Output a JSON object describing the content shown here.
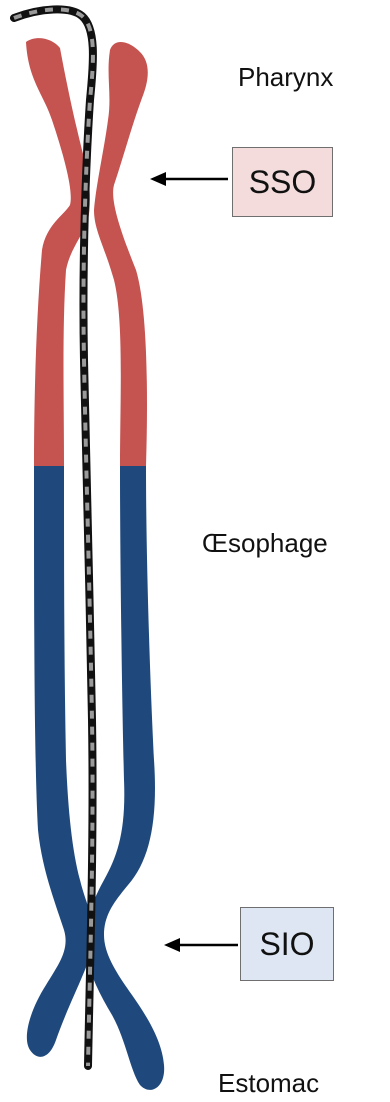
{
  "labels": {
    "pharynx": "Pharynx",
    "oesophagus": "Œsophage",
    "stomach": "Estomac",
    "upper_sphincter": "SSO",
    "lower_sphincter": "SIO"
  },
  "colors": {
    "pharynx_tissue": "#c55350",
    "oesophagus_tissue": "#1f497d",
    "probe_dark": "#111111",
    "probe_light": "#9a9a9a",
    "upper_sphincter_box": "#f4dcdc",
    "lower_sphincter_box": "#dde6f2",
    "arrow": "#000000"
  },
  "icons": {
    "upper_arrow": "arrow-left-icon",
    "lower_arrow": "arrow-left-icon",
    "probe": "manometry-catheter"
  }
}
